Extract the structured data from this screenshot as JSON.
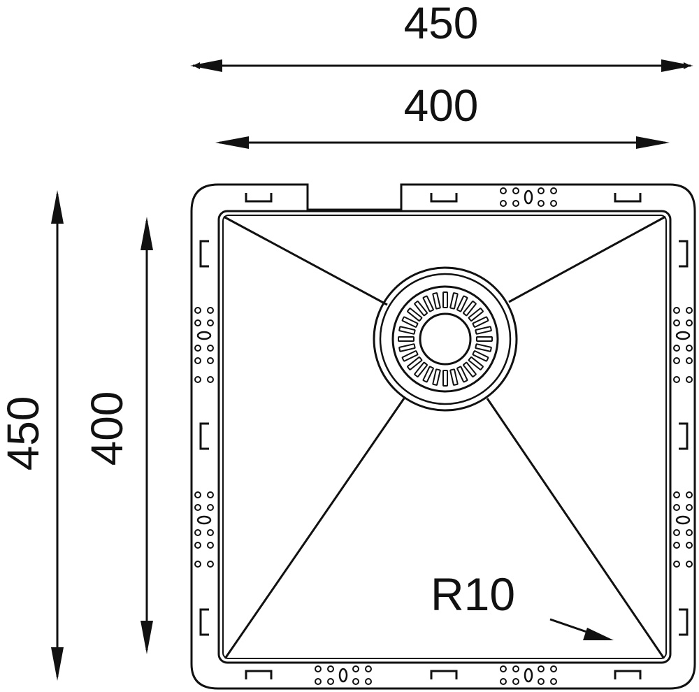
{
  "dimensions": {
    "overall_width": "450",
    "inner_width": "400",
    "overall_height": "450",
    "inner_height": "400"
  },
  "annotations": {
    "corner_radius": "R10"
  },
  "colors": {
    "line": "#111111",
    "background": "#ffffff"
  }
}
